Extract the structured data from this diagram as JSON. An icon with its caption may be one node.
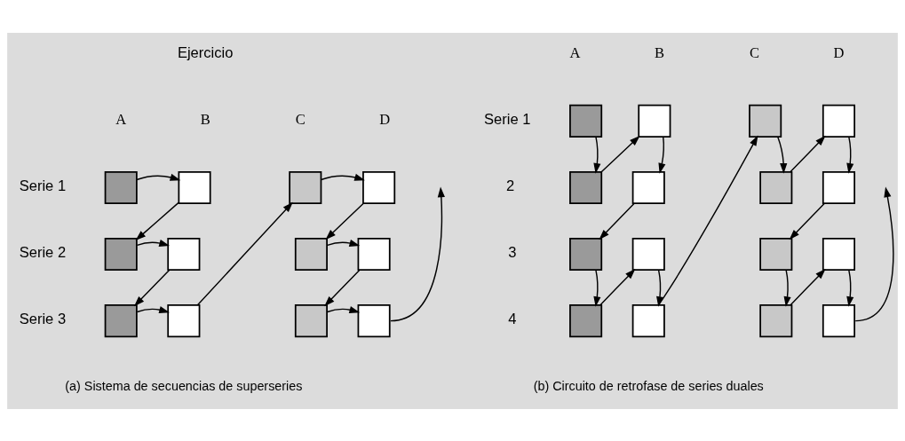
{
  "diagram": {
    "nodes": [
      {
        "text": [],
        "shape": "box"
      },
      {
        "text": [],
        "shape": "box"
      },
      {
        "text": [],
        "shape": "box"
      },
      {
        "text": [],
        "shape": "box"
      },
      {
        "text": [],
        "shape": "box"
      },
      {
        "text": [],
        "shape": "box"
      },
      {
        "text": [],
        "shape": "box"
      },
      {
        "text": [],
        "shape": "box"
      },
      {
        "text": [],
        "shape": "box"
      },
      {
        "text": [],
        "shape": "box"
      },
      {
        "text": [],
        "shape": "box"
      },
      {
        "text": [],
        "shape": "box"
      },
      {
        "text": [],
        "shape": "box"
      },
      {
        "text": [],
        "shape": "box"
      },
      {
        "text": [],
        "shape": "box"
      },
      {
        "text": [],
        "shape": "box"
      },
      {
        "text": [],
        "shape": "box"
      },
      {
        "text": [],
        "shape": "box"
      },
      {
        "text": [],
        "shape": "box"
      },
      {
        "text": [],
        "shape": "box"
      },
      {
        "text": [],
        "shape": "box"
      },
      {
        "text": [],
        "shape": "box"
      },
      {
        "text": [],
        "shape": "box"
      },
      {
        "text": [],
        "shape": "box"
      },
      {
        "text": [],
        "shape": "box"
      },
      {
        "text": [],
        "shape": "box"
      },
      {
        "text": [],
        "shape": "box"
      },
      {
        "text": [],
        "shape": "box"
      }
    ],
    "edges": [
      {
        "from": 0,
        "to": 1,
        "arrow": "to"
      },
      {
        "from": 1,
        "to": 4,
        "arrow": "to"
      },
      {
        "from": 4,
        "to": 5,
        "arrow": "to"
      },
      {
        "from": 5,
        "to": 8,
        "arrow": "to"
      },
      {
        "from": 8,
        "to": 9,
        "arrow": "to"
      },
      {
        "from": 9,
        "to": 2,
        "arrow": "to"
      },
      {
        "from": 2,
        "to": 3,
        "arrow": "to"
      },
      {
        "from": 3,
        "to": 6,
        "arrow": "to"
      },
      {
        "from": 6,
        "to": 7,
        "arrow": "to"
      },
      {
        "from": 7,
        "to": 10,
        "arrow": "to"
      },
      {
        "from": 10,
        "to": 11,
        "arrow": "to"
      },
      {
        "from": 11,
        "to": null,
        "arrow": "to"
      },
      {
        "from": 12,
        "to": 16,
        "arrow": "to"
      },
      {
        "from": 16,
        "to": 13,
        "arrow": "to"
      },
      {
        "from": 13,
        "to": 17,
        "arrow": "to"
      },
      {
        "from": 17,
        "to": 20,
        "arrow": "to"
      },
      {
        "from": 20,
        "to": 24,
        "arrow": "to"
      },
      {
        "from": 24,
        "to": 21,
        "arrow": "to"
      },
      {
        "from": 21,
        "to": 25,
        "arrow": "to"
      },
      {
        "from": 25,
        "to": 14,
        "arrow": "to"
      },
      {
        "from": 14,
        "to": 18,
        "arrow": "to"
      },
      {
        "from": 18,
        "to": 15,
        "arrow": "to"
      },
      {
        "from": 15,
        "to": 19,
        "arrow": "to"
      },
      {
        "from": 19,
        "to": 22,
        "arrow": "to"
      },
      {
        "from": 22,
        "to": 26,
        "arrow": "to"
      },
      {
        "from": 26,
        "to": 23,
        "arrow": "to"
      },
      {
        "from": 23,
        "to": 27,
        "arrow": "to"
      },
      {
        "from": 27,
        "to": null,
        "arrow": "to"
      }
    ],
    "labels": [
      "Ejercicio",
      "A",
      "B",
      "C",
      "D",
      "Serie 1",
      "Serie 2",
      "Serie 3",
      "A",
      "B",
      "C",
      "D",
      "Serie 1",
      "2",
      "3",
      "4",
      "(a) Sistema de secuencias de superseries",
      "(b) Circuito de retrofase de series duales"
    ]
  }
}
